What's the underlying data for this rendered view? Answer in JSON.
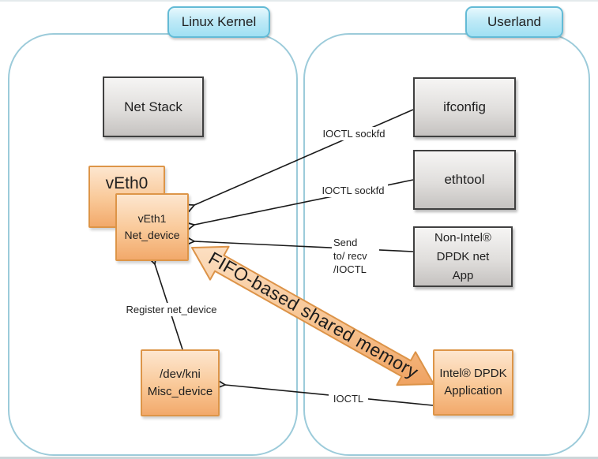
{
  "regions": {
    "kernel": {
      "label": "Linux Kernel"
    },
    "userland": {
      "label": "Userland"
    }
  },
  "kernel_boxes": {
    "net_stack": {
      "label": "Net Stack"
    },
    "veth0": {
      "label": "vEth0"
    },
    "veth1": {
      "line1": "vEth1",
      "line2": "Net_device"
    },
    "dev_kni": {
      "line1": "/dev/kni",
      "line2": "Misc_device"
    }
  },
  "userland_boxes": {
    "ifconfig": {
      "label": "ifconfig"
    },
    "ethtool": {
      "label": "ethtool"
    },
    "non_intel_dpdk_app": {
      "line1": "Non-Intel®",
      "line2": "DPDK net",
      "line3": "App"
    },
    "intel_dpdk_app": {
      "line1": "Intel® DPDK",
      "line2": "Application"
    }
  },
  "connectors": {
    "ioctl_sockfd_1": {
      "label": "IOCTL sockfd"
    },
    "ioctl_sockfd_2": {
      "label": "IOCTL sockfd"
    },
    "send_recv": {
      "line1": "Send",
      "line2": "to/ recv",
      "line3": "/IOCTL"
    },
    "register_net_device": {
      "label": "Register net_device"
    },
    "ioctl": {
      "label": "IOCTL"
    }
  },
  "fifo_arrow": {
    "label": "FIFO-based shared memory"
  },
  "colors": {
    "region_border": "#9ccbda",
    "region_label_fill": "#b3e7f6",
    "region_label_border": "#63bbd6",
    "gray_box_fill_top": "#f6f5f4",
    "gray_box_fill_bottom": "#c5c2c0",
    "gray_box_border": "#404040",
    "orange_box_fill_top": "#fde6cf",
    "orange_box_fill_bottom": "#f2a96b",
    "orange_box_border": "#dd9548",
    "connector_line": "#1a1a1a",
    "text": "#1f1f1f"
  }
}
